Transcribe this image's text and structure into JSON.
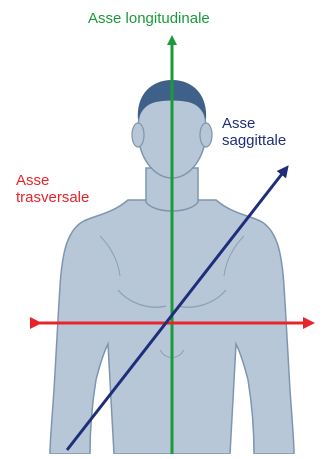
{
  "axes": {
    "longitudinal": {
      "label": "Asse longitudinale",
      "color": "#1a9a3a"
    },
    "transverse": {
      "label_lines": [
        "Asse",
        "trasversale"
      ],
      "color": "#e8242b"
    },
    "sagittal": {
      "label_lines": [
        "Asse",
        "saggittale"
      ],
      "color": "#1f2e7a"
    }
  },
  "figure": {
    "skin_color": "#b7c7d8",
    "outline_color": "#7f95ad",
    "hair_color": "#3f6089"
  }
}
